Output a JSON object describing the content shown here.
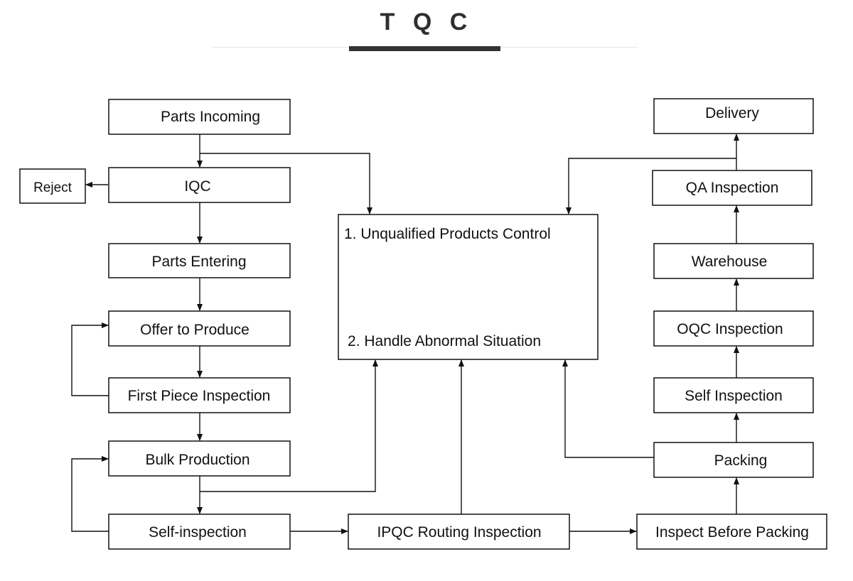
{
  "title": "T Q C",
  "boxes": {
    "parts_incoming": "Parts Incoming",
    "reject": "Reject",
    "iqc": "IQC",
    "parts_entering": "Parts Entering",
    "offer_to_produce": "Offer to Produce",
    "first_piece_inspection": "First Piece Inspection",
    "bulk_production": "Bulk Production",
    "self_inspection_left": "Self-inspection",
    "ipqc_routing_inspection": "IPQC Routing Inspection",
    "inspect_before_packing": "Inspect Before Packing",
    "packing": "Packing",
    "self_inspection_right": "Self Inspection",
    "oqc_inspection": "OQC Inspection",
    "warehouse": "Warehouse",
    "qa_inspection": "QA Inspection",
    "delivery": "Delivery",
    "control_item_1": "1. Unqualified Products Control",
    "control_item_2": "2. Handle Abnormal Situation"
  }
}
